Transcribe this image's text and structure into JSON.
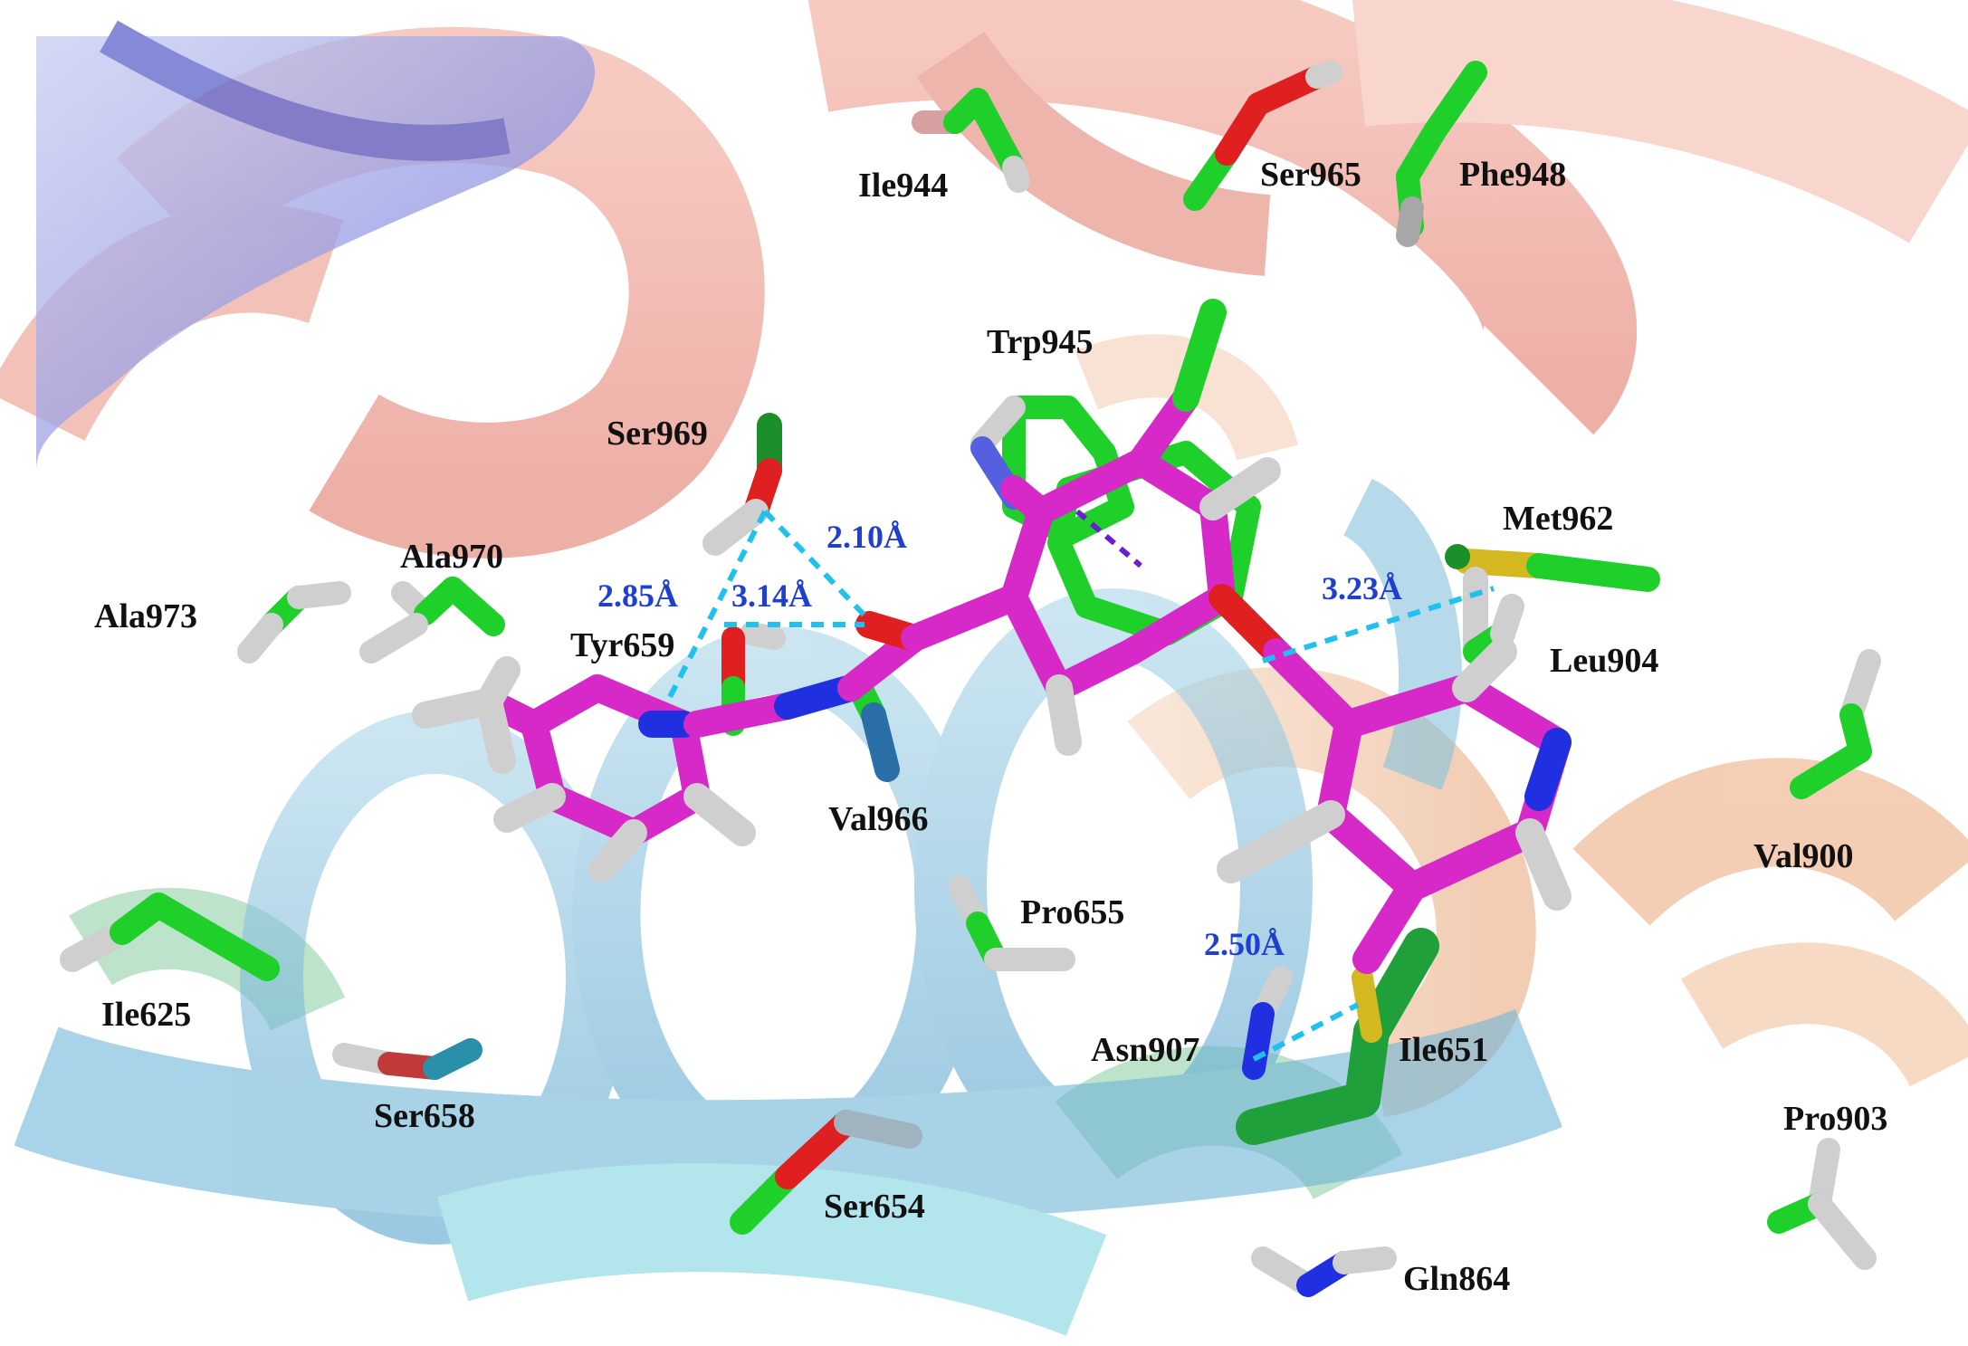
{
  "colors": {
    "ligand": "#d629c8",
    "residue_carbon": "#1fcf2a",
    "hydrogen": "#cfcfcf",
    "oxygen": "#e02020",
    "nitrogen": "#2030e0",
    "sulfur": "#d4b820",
    "hbond": "#20c0ef",
    "distance_text": "#1f3fd0",
    "pi_stack": "#6a1fd0"
  },
  "residues": {
    "ile944": "Ile944",
    "ser965": "Ser965",
    "phe948": "Phe948",
    "trp945": "Trp945",
    "ser969": "Ser969",
    "met962": "Met962",
    "ala970": "Ala970",
    "ala973": "Ala973",
    "tyr659": "Tyr659",
    "leu904": "Leu904",
    "val966": "Val966",
    "val900": "Val900",
    "pro655": "Pro655",
    "ile625": "Ile625",
    "asn907": "Asn907",
    "ile651": "Ile651",
    "ser658": "Ser658",
    "pro903": "Pro903",
    "ser654": "Ser654",
    "gln864": "Gln864"
  },
  "distances": {
    "d210": "2.10Å",
    "d285": "2.85Å",
    "d314": "3.14Å",
    "d323": "3.23Å",
    "d250": "2.50Å"
  }
}
